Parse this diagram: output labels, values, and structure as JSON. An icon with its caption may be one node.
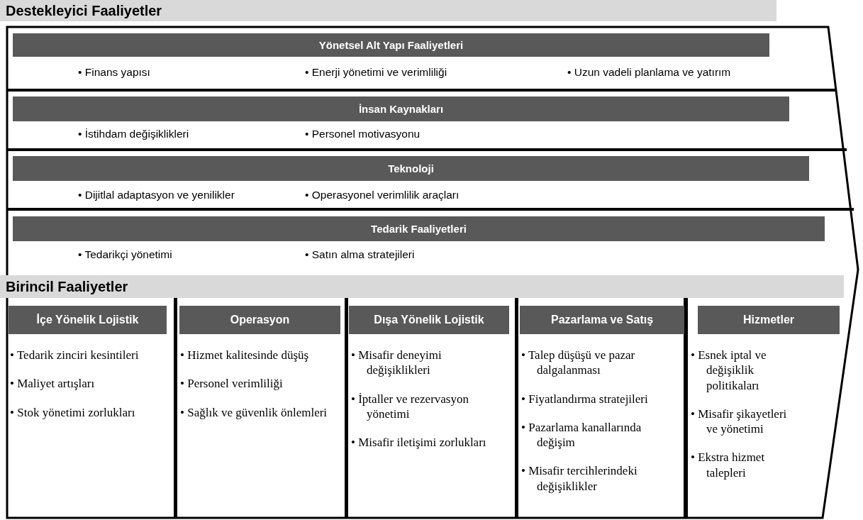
{
  "diagram": {
    "nodes": [
      {
        "text": [
          "Destekleyici Faaliyetler"
        ]
      },
      {
        "text": [
          "Yönetsel Alt Yapı Faaliyetleri",
          "• Finans yapısı",
          "• Enerji yönetimi ve verimliliği",
          "• Uzun vadeli planlama ve yatırım"
        ]
      },
      {
        "text": [
          "İnsan Kaynakları",
          "• İstihdam değişiklikleri",
          "• Personel motivasyonu"
        ]
      },
      {
        "text": [
          "Teknoloji",
          "• Dijitlal adaptasyon ve yenilikler",
          "• Operasyonel verimlilik araçları"
        ]
      },
      {
        "text": [
          "Tedarik Faaliyetleri",
          "• Tedarikçi yönetimi",
          "• Satın alma stratejileri"
        ]
      },
      {
        "text": [
          "Birincil Faaliyetler"
        ]
      },
      {
        "text": [
          "İçe Yönelik Lojistik",
          "• Tedarik zinciri kesintileri",
          "• Maliyet artışları",
          "• Stok yönetimi zorlukları"
        ]
      },
      {
        "text": [
          "Operasyon",
          "• Hizmet kalitesinde düşüş",
          "• Personel verimliliği",
          "• Sağlık ve güvenlik önlemleri"
        ]
      },
      {
        "text": [
          "Dışa Yönelik Lojistik",
          "• Misafir deneyimi değişiklikleri",
          "• İptaller ve rezervasyon yönetimi",
          "• Misafir iletişimi zorlukları"
        ]
      },
      {
        "text": [
          "Pazarlama ve Satış",
          "• Talep düşüşü ve pazar dalgalanması",
          "• Fiyatlandırma stratejileri",
          "• Pazarlama kanallarında değişim",
          "• Misafir tercihlerindeki değişiklikler"
        ]
      },
      {
        "text": [
          "Hizmetler",
          "• Esnek iptal ve değişiklik politikaları",
          "• Misafir şikayetleri ve yönetimi",
          "• Ekstra hizmet talepleri"
        ]
      }
    ]
  }
}
